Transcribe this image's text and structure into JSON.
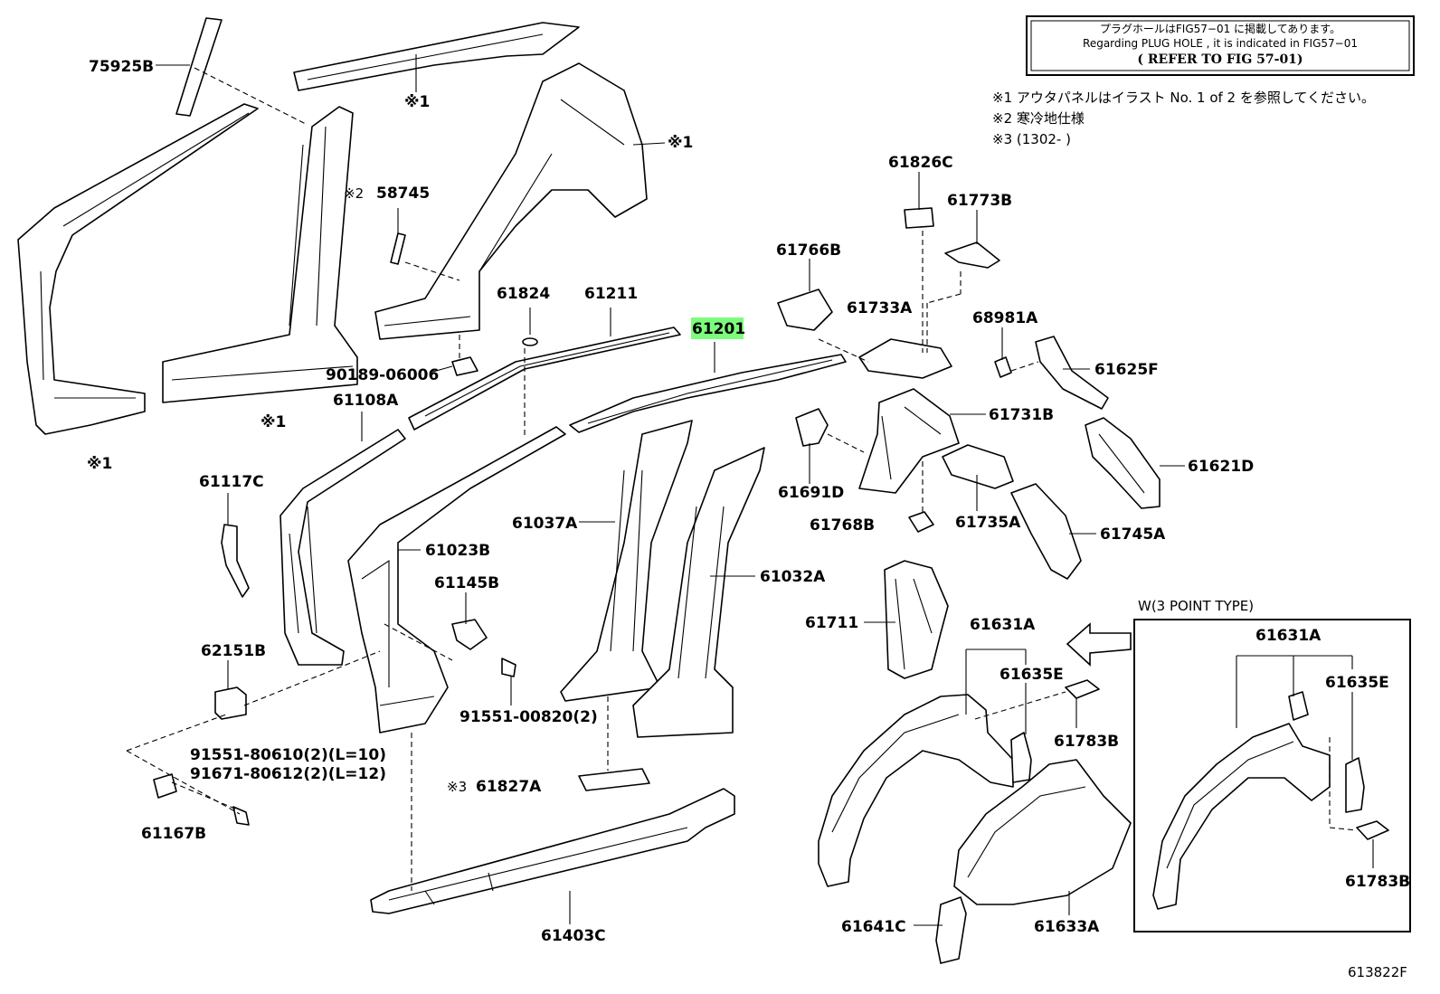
{
  "notice_box": {
    "line1": "プラグホールはFIG57−01 に掲載してあります。",
    "line2": "Regarding  PLUG HOLE , it is indicated in FIG57−01",
    "line3": "( REFER TO FIG 57-01)"
  },
  "notes": [
    "※1 アウタパネルはイラスト No. 1 of 2 を参照してください。",
    "※2 寒冷地仕様",
    "※3 (1302-        )"
  ],
  "labels": {
    "p75925B": "75925B",
    "p61824": "61824",
    "p61211": "61211",
    "p61201": "61201",
    "p58745_mark": "※2",
    "p58745": "58745",
    "p90189": "90189-06006",
    "p61108A": "61108A",
    "p61117C": "61117C",
    "p61023B": "61023B",
    "p61145B": "61145B",
    "p62151B": "62151B",
    "p91551_00820": "91551-00820(2)",
    "p91551_80610": "91551-80610(2)(L=10)",
    "p91671_80612": "91671-80612(2)(L=12)",
    "p61167B": "61167B",
    "p61037A": "61037A",
    "p61032A": "61032A",
    "p61827A_mark": "※3",
    "p61827A": "61827A",
    "p61403C": "61403C",
    "p61826C": "61826C",
    "p61773B": "61773B",
    "p61766B": "61766B",
    "p61733A": "61733A",
    "p68981A": "68981A",
    "p61625F": "61625F",
    "p61731B": "61731B",
    "p61691D": "61691D",
    "p61621D": "61621D",
    "p61768B": "61768B",
    "p61735A": "61735A",
    "p61745A": "61745A",
    "p61711": "61711",
    "p61631A": "61631A",
    "p61635E": "61635E",
    "p61783B": "61783B",
    "p61641C": "61641C",
    "p61633A": "61633A",
    "ref1a": "※1",
    "ref1b": "※1",
    "ref1c": "※1",
    "ref1d": "※1",
    "inset_title": "W(3 POINT TYPE)",
    "inset_61631A": "61631A",
    "inset_61635E": "61635E",
    "inset_61783B": "61783B",
    "fig_code": "613822F"
  },
  "highlight_color": "#7CFC7C"
}
